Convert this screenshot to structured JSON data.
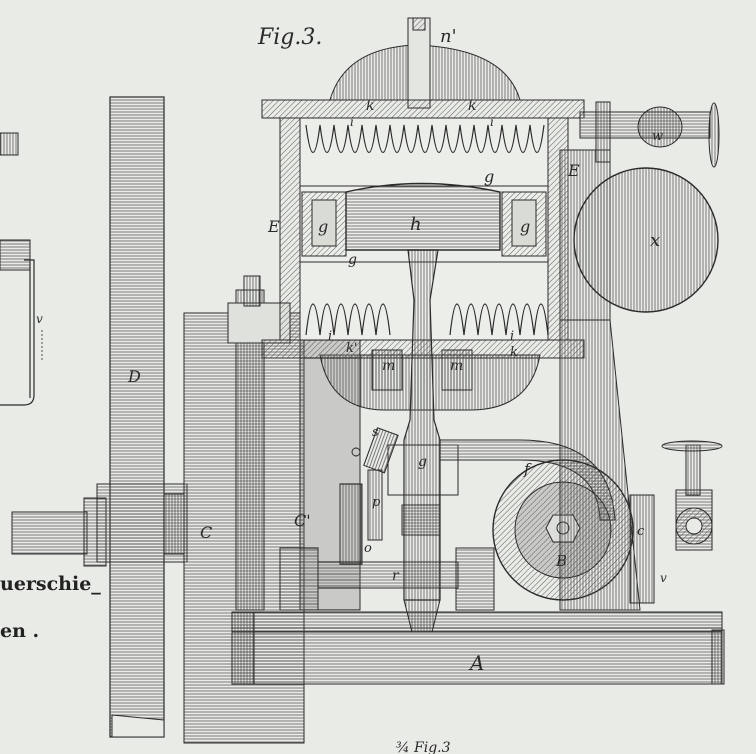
{
  "figure": {
    "title": "Fig.3.",
    "bottom_caption": "¾ Fig.3"
  },
  "side_text": {
    "line1": "uerschie_",
    "line2": "en ."
  },
  "labels": {
    "n_prime": "n'",
    "k": "k",
    "i": "i",
    "w": "w",
    "E": "E",
    "g": "g",
    "h": "h",
    "x": "x",
    "k_prime": "k'",
    "m": "m",
    "v": "v",
    "D": "D",
    "s": "s",
    "f": "f",
    "p": "p",
    "C": "C",
    "C_prime": "C'",
    "o": "o",
    "B": "B",
    "c": "c",
    "r": "r",
    "A": "A"
  },
  "colors": {
    "paper": "#e9ebe6",
    "ink": "#2b2b2b",
    "hatch": "#555555"
  }
}
